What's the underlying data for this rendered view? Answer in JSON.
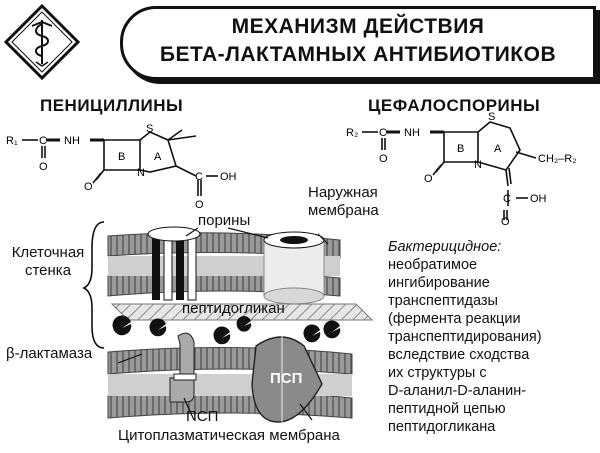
{
  "title": {
    "line1": "МЕХАНИЗМ ДЕЙСТВИЯ",
    "line2": "БЕТА-ЛАКТАМНЫХ АНТИБИОТИКОВ"
  },
  "headings": {
    "penicillins": "ПЕНИЦИЛЛИНЫ",
    "cephalosporins": "ЦЕФАЛОСПОРИНЫ"
  },
  "penicillin_structure": {
    "r": "R₁",
    "c": "C",
    "nh": "NH",
    "s": "S",
    "ring_b": "B",
    "ring_a": "A",
    "o_left": "O",
    "o_top": "O",
    "n": "N",
    "c_cooh": "C",
    "oh": "OH",
    "o_bottom": "O"
  },
  "cephalosporin_structure": {
    "r": "R₂",
    "c": "C",
    "nh": "NH",
    "s": "S",
    "ring_b": "B",
    "ring_a": "A",
    "o_left": "O",
    "o_top": "O",
    "n": "N",
    "ch2r": "CH₂–R₂",
    "c_cooh": "C",
    "oh": "OH",
    "o_bottom": "O"
  },
  "labels": {
    "cell_wall": "Клеточная стенка",
    "porins": "порины",
    "outer_membrane": "Наружная мембрана",
    "peptidoglycan": "пептидогликан",
    "beta_lactamase": "β-лактамаза",
    "psp_right": "ПСП",
    "psp_bottom": "ПСП",
    "cytoplasmic_membrane": "Цитоплазматическая мембрана"
  },
  "note": {
    "title": "Бактерицидное:",
    "lines": [
      "необратимое",
      "ингибирование",
      "транспептидазы",
      "(фермента реакции",
      "транспептидирования)",
      "вследствие сходства",
      "их структуры с",
      "D-аланил-D-аланин-",
      "пептидной цепью",
      "пептидогликана"
    ]
  },
  "colors": {
    "ink": "#111111",
    "membrane_gray": "#8a8a8a",
    "membrane_light": "#c8c8c8",
    "peptidoglycan_fill": "#e2e2e2"
  }
}
